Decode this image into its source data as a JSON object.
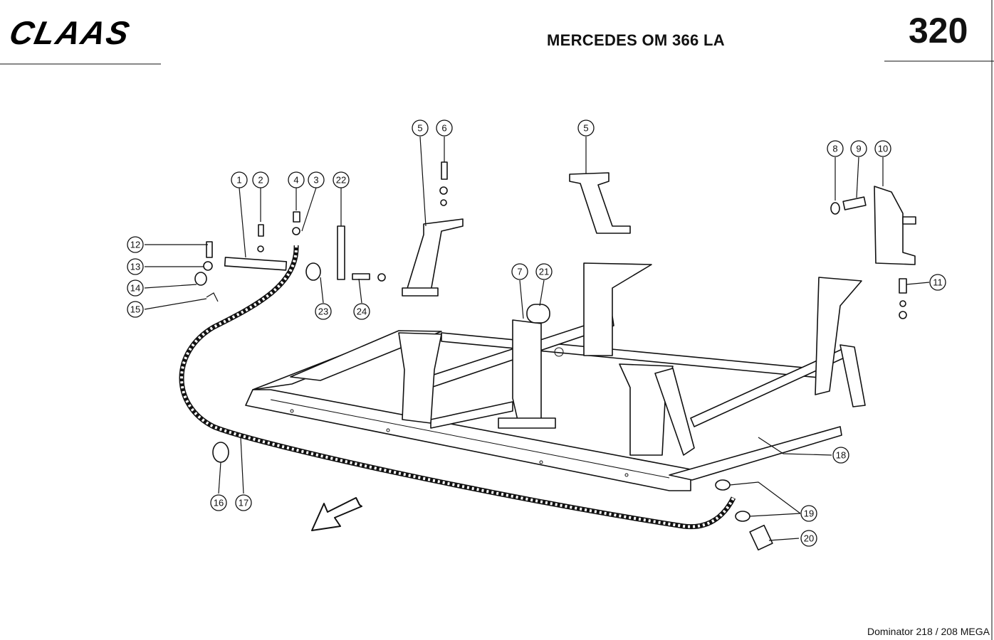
{
  "header": {
    "brand": "CLAAS",
    "title": "MERCEDES OM 366 LA",
    "page_number": "320"
  },
  "footer": {
    "model": "Dominator 218 / 208 MEGA"
  },
  "callouts": [
    {
      "id": "c1",
      "label": "1"
    },
    {
      "id": "c2",
      "label": "2"
    },
    {
      "id": "c4",
      "label": "4"
    },
    {
      "id": "c3",
      "label": "3"
    },
    {
      "id": "c22",
      "label": "22"
    },
    {
      "id": "c5a",
      "label": "5"
    },
    {
      "id": "c6",
      "label": "6"
    },
    {
      "id": "c5b",
      "label": "5"
    },
    {
      "id": "c8",
      "label": "8"
    },
    {
      "id": "c9",
      "label": "9"
    },
    {
      "id": "c10",
      "label": "10"
    },
    {
      "id": "c12",
      "label": "12"
    },
    {
      "id": "c13",
      "label": "13"
    },
    {
      "id": "c14",
      "label": "14"
    },
    {
      "id": "c15",
      "label": "15"
    },
    {
      "id": "c23",
      "label": "23"
    },
    {
      "id": "c24",
      "label": "24"
    },
    {
      "id": "c7",
      "label": "7"
    },
    {
      "id": "c21",
      "label": "21"
    },
    {
      "id": "c11",
      "label": "11"
    },
    {
      "id": "c18",
      "label": "18"
    },
    {
      "id": "c16",
      "label": "16"
    },
    {
      "id": "c17",
      "label": "17"
    },
    {
      "id": "c19",
      "label": "19"
    },
    {
      "id": "c20",
      "label": "20"
    }
  ]
}
